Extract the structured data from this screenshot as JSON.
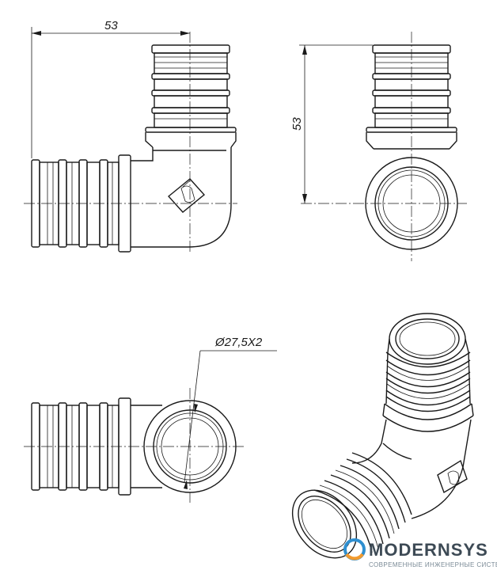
{
  "dimensions": {
    "width_label": "53",
    "height_label": "53",
    "diameter_label": "Ø27,5X2"
  },
  "logo": {
    "name": "MODERNSYS",
    "tagline": "СОВРЕМЕННЫЕ ИНЖЕНЕРНЫЕ СИСТЕМЫ",
    "colors": {
      "ring_blue": "#2f8fd0",
      "ring_orange": "#f29a2e",
      "text": "#3d4a55"
    }
  },
  "colors": {
    "line": "#1a1a1a",
    "background": "#ffffff"
  }
}
